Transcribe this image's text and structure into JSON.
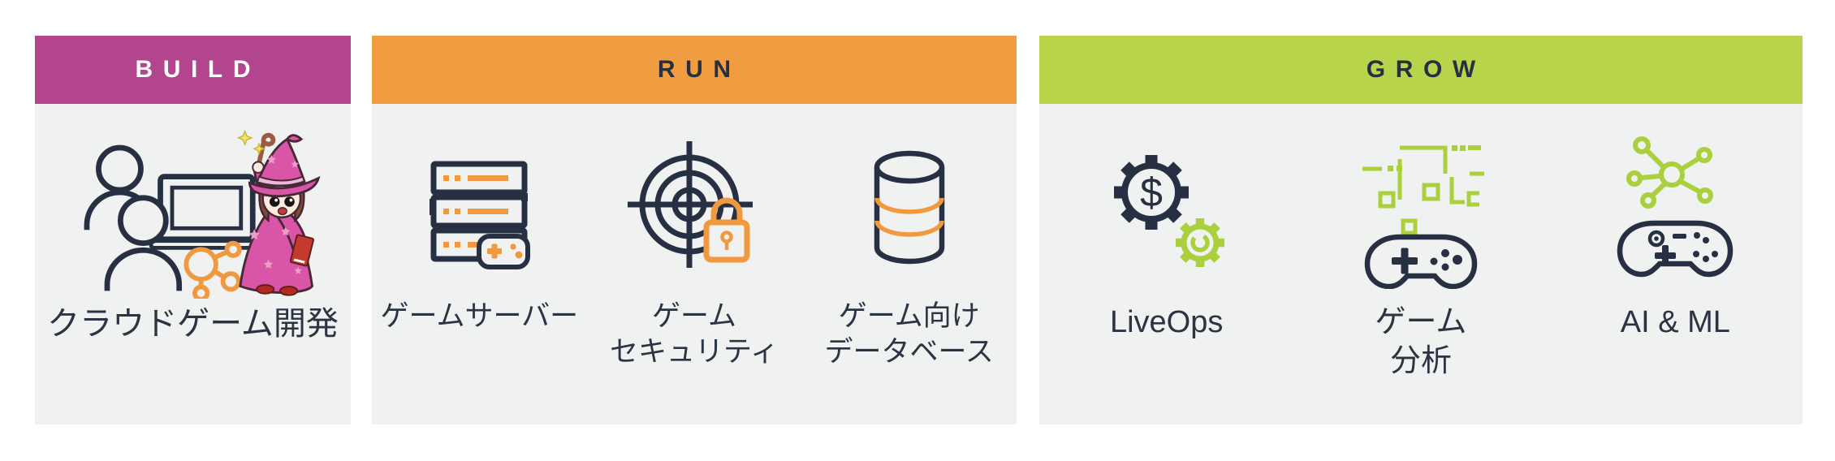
{
  "diagram_title": "game-lifecycle-pillars",
  "colors": {
    "build_header": "#b2458e",
    "run_header": "#f09c40",
    "grow_header": "#b7d44b",
    "build_header_text": "#ffffff",
    "run_header_text": "#263042",
    "grow_header_text": "#263042",
    "panel_background": "#f0f1f1",
    "page_background": "#ffffff",
    "dark_icon_and_text": "#263042",
    "accent_orange": "#f0993f",
    "accent_green": "#abd03e",
    "accent_pink": "#c6368f"
  },
  "pillars": [
    {
      "title": "BUILD",
      "items": [
        {
          "label": "クラウドゲーム開発",
          "icon": "cloud-game-development-illustration"
        }
      ]
    },
    {
      "title": "RUN",
      "items": [
        {
          "label": "ゲームサーバー",
          "icon": "game-server-icon"
        },
        {
          "label": "ゲーム\nセキュリティ",
          "icon": "game-security-icon"
        },
        {
          "label": "ゲーム向け\nデータベース",
          "icon": "game-database-icon"
        }
      ]
    },
    {
      "title": "GROW",
      "items": [
        {
          "label": "LiveOps",
          "icon": "liveops-gears-icon",
          "icon_text": "$"
        },
        {
          "label": "ゲーム\n分析",
          "icon": "game-analytics-icon"
        },
        {
          "label": "AI & ML",
          "icon": "ai-ml-icon"
        }
      ]
    }
  ]
}
